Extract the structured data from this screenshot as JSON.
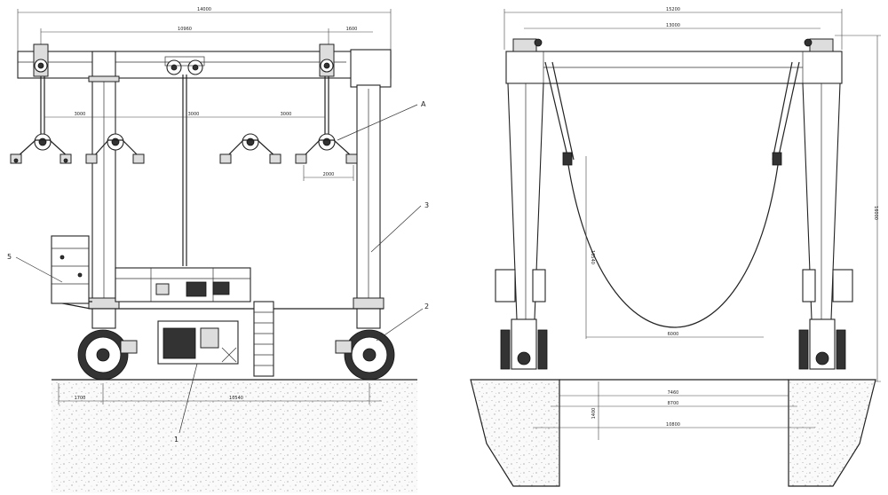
{
  "left_view": {
    "dims": {
      "overall_width": "14000",
      "beam_span": "10960",
      "end_offset": "1600",
      "spreader_1": "3000",
      "spreader_2": "3000",
      "spreader_3": "3000",
      "spreader_width": "2000",
      "base_left": "1700",
      "base_main": "10540"
    },
    "labels": {
      "a": "A",
      "n3": "3",
      "n5": "5",
      "n2": "2",
      "n1": "1"
    }
  },
  "right_view": {
    "dims": {
      "top_width": "15200",
      "inner_width": "13000",
      "height": "16000",
      "sling_depth": "10540",
      "sling_width": "6000",
      "base_a": "7460",
      "base_b": "8700",
      "base_c": "10800",
      "base_h": "1400"
    }
  },
  "colors": {
    "line": "#222222",
    "ground": "#f2f2f2"
  }
}
